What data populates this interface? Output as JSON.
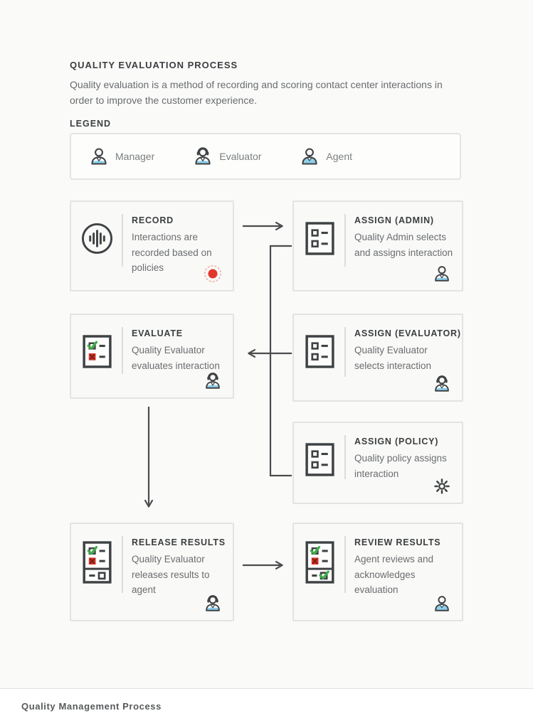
{
  "page": {
    "title": "QUALITY EVALUATION PROCESS",
    "description": "Quality evaluation is a method of recording and scoring contact center interactions in order to improve the customer experience.",
    "footer": "Quality Management Process"
  },
  "legend": {
    "label": "LEGEND",
    "items": [
      {
        "icon": "manager-icon",
        "label": "Manager"
      },
      {
        "icon": "evaluator-icon",
        "label": "Evaluator"
      },
      {
        "icon": "agent-icon",
        "label": "Agent"
      }
    ]
  },
  "boxes": [
    {
      "id": "record",
      "title": "RECORD",
      "description": "Interactions are recorded based on policies",
      "icon": "audio-waveform-icon",
      "corner_icon": "recording-dot-icon"
    },
    {
      "id": "assign-admin",
      "title": "ASSIGN (ADMIN)",
      "description": "Quality Admin selects and assigns interaction",
      "icon": "checklist-icon",
      "corner_icon": "manager-icon"
    },
    {
      "id": "evaluate",
      "title": "EVALUATE",
      "description": "Quality Evaluator evaluates interaction",
      "icon": "evaluated-checklist-icon",
      "corner_icon": "evaluator-icon"
    },
    {
      "id": "assign-evaluator",
      "title": "ASSIGN (EVALUATOR)",
      "description": "Quality Evaluator selects interaction",
      "icon": "checklist-icon",
      "corner_icon": "evaluator-icon"
    },
    {
      "id": "assign-policy",
      "title": "ASSIGN (POLICY)",
      "description": "Quality policy assigns interaction",
      "icon": "checklist-icon",
      "corner_icon": "gear-icon"
    },
    {
      "id": "release-results",
      "title": "RELEASE RESULTS",
      "description": "Quality Evaluator releases results to agent",
      "icon": "release-checklist-icon",
      "corner_icon": "evaluator-icon"
    },
    {
      "id": "review-results",
      "title": "REVIEW RESULTS",
      "description": "Agent reviews and acknowledges evaluation",
      "icon": "review-checklist-icon",
      "corner_icon": "agent-icon"
    }
  ],
  "colors": {
    "accent_red": "#e2372c",
    "check_green": "#3fae49",
    "cross_red": "#d7342a",
    "person_blue": "#8fd0ec",
    "line_dark": "#4a4c4e",
    "outline_dark": "#3f4244"
  }
}
